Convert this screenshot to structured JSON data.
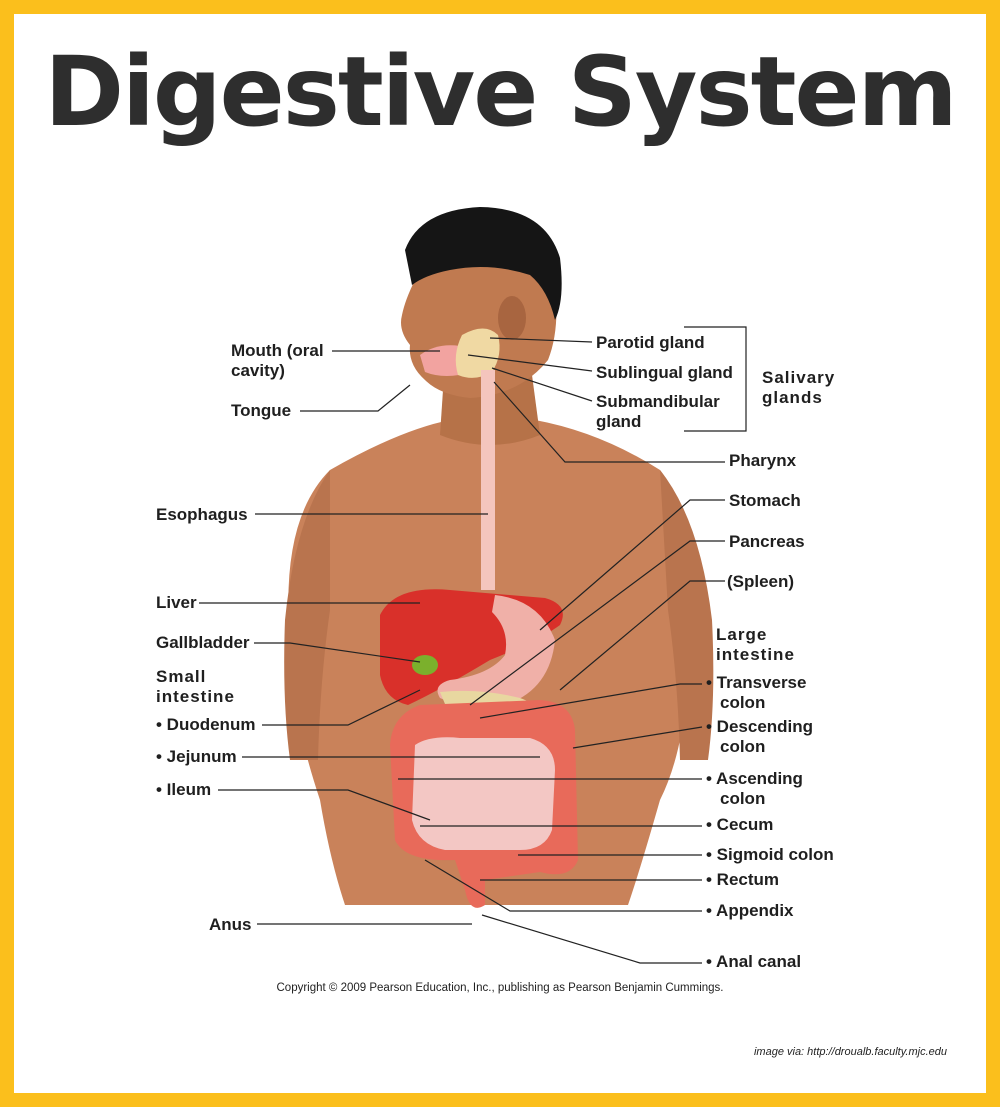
{
  "title": "Digestive System",
  "colors": {
    "frame": "#fbbf1c",
    "background": "#ffffff",
    "title": "#2e2e2e",
    "skin": "#c9825a",
    "liver": "#d9302a",
    "intestine": "#e86a5a",
    "small_intestine": "#f3c7c4"
  },
  "labels": {
    "mouth": "Mouth (oral cavity)",
    "mouth_l1": "Mouth (oral",
    "mouth_l2": "cavity)",
    "tongue": "Tongue",
    "esophagus": "Esophagus",
    "liver": "Liver",
    "gallbladder": "Gallbladder",
    "small_intestine_l1": "Small",
    "small_intestine_l2": "intestine",
    "duodenum": "• Duodenum",
    "jejunum": "• Jejunum",
    "ileum": "• Ileum",
    "anus": "Anus",
    "parotid": "Parotid gland",
    "sublingual": "Sublingual gland",
    "submandibular_l1": "Submandibular",
    "submandibular_l2": "gland",
    "salivary_l1": "Salivary",
    "salivary_l2": "glands",
    "pharynx": "Pharynx",
    "stomach": "Stomach",
    "pancreas": "Pancreas",
    "spleen": "(Spleen)",
    "large_intestine_l1": "Large",
    "large_intestine_l2": "intestine",
    "transverse_l1": "• Transverse",
    "transverse_l2": "colon",
    "descending_l1": "• Descending",
    "descending_l2": "colon",
    "ascending_l1": "• Ascending",
    "ascending_l2": "colon",
    "cecum": "• Cecum",
    "sigmoid": "• Sigmoid colon",
    "rectum": "• Rectum",
    "appendix": "• Appendix",
    "anal_canal": "• Anal canal"
  },
  "copyright": "Copyright © 2009 Pearson Education, Inc., publishing as Pearson Benjamin Cummings.",
  "credit": "image via: http://droualb.faculty.mjc.edu"
}
